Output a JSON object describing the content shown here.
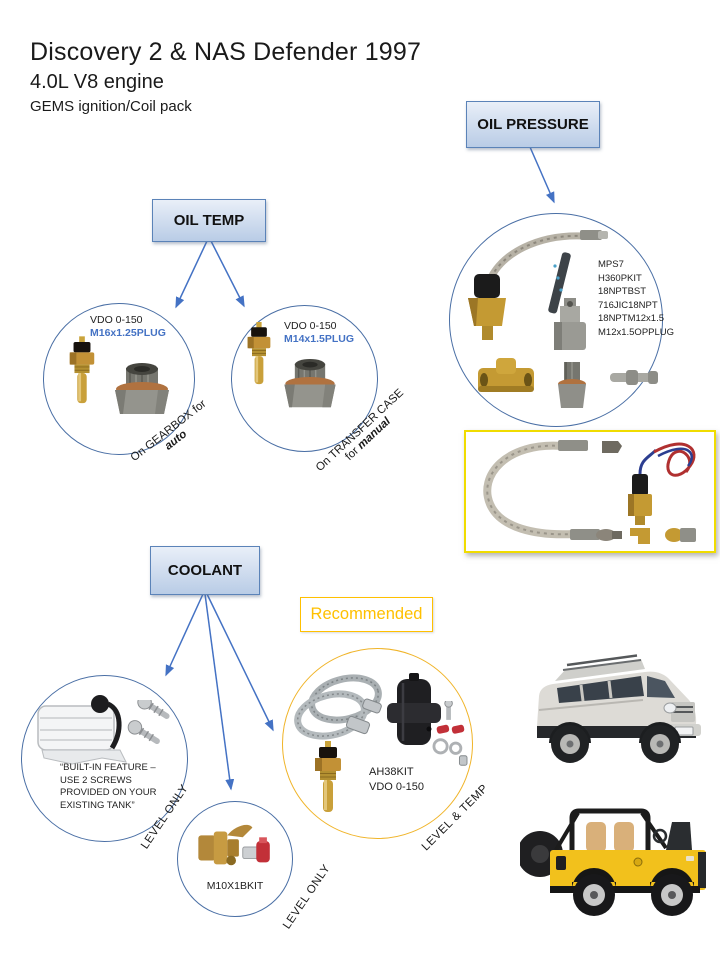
{
  "header": {
    "title": "Discovery 2 & NAS Defender 1997",
    "subtitle": "4.0L V8 engine",
    "tagline": "GEMS ignition/Coil pack"
  },
  "boxes": {
    "oil_pressure": "OIL PRESSURE",
    "oil_temp": "OIL TEMP",
    "coolant": "COOLANT"
  },
  "recommended_label": "Recommended",
  "oil_temp_section": {
    "gearbox_circle": {
      "product": "VDO 0-150",
      "fitting": "M16x1.25PLUG",
      "note_line1": "On GEARBOX for",
      "note_emphasis": "auto"
    },
    "transfer_circle": {
      "product": "VDO 0-150",
      "fitting": "M14x1.5PLUG",
      "note_line1": "On TRANSFER  CASE",
      "note_line2_prefix": "for ",
      "note_emphasis": "manual"
    }
  },
  "oil_pressure_section": {
    "parts": [
      "MPS7",
      "H360PKIT",
      "18NPTBST",
      "716JIC18NPT",
      "18NPTM12x1.5",
      "M12x1.5OPPLUG"
    ]
  },
  "coolant_section": {
    "tank_circle": {
      "note": "“BUILT-IN FEATURE – USE 2 SCREWS PROVIDED ON YOUR EXISTING TANK”",
      "label": "LEVEL  ONLY"
    },
    "m10_circle": {
      "kit": "M10X1BKIT",
      "label": "LEVEL  ONLY"
    },
    "ah38_circle": {
      "kit": "AH38KIT",
      "product": "VDO 0-150",
      "label": "LEVEL  &  TEMP"
    }
  },
  "colors": {
    "accent_blue": "#4472C4",
    "box_border": "#5b83b8",
    "gold": "#FFC000",
    "bright_yellow": "#F0DC00"
  }
}
